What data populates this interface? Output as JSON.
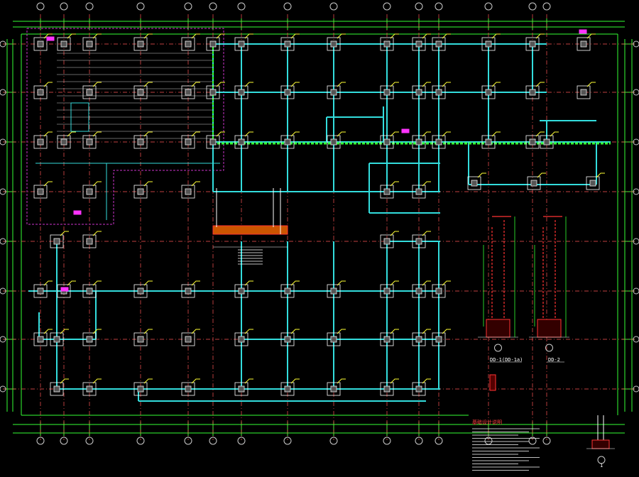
{
  "drawing": {
    "type": "foundation-plan",
    "background": "#000000",
    "colors": {
      "grid_axis": "#ff5555",
      "dimension": "#33ff33",
      "beam": "#33dddd",
      "column": "#cccccc",
      "footing": "#ffffff",
      "rebar": "#ffff33",
      "boundary": "#cc33cc",
      "tag": "#ff33ff",
      "section": "#ff3333"
    }
  },
  "details": {
    "section1_label": "DD-1(DD-1a)",
    "section2_label": "DD-2",
    "notes_title": "基础设计说明",
    "detail_mark": "1"
  }
}
